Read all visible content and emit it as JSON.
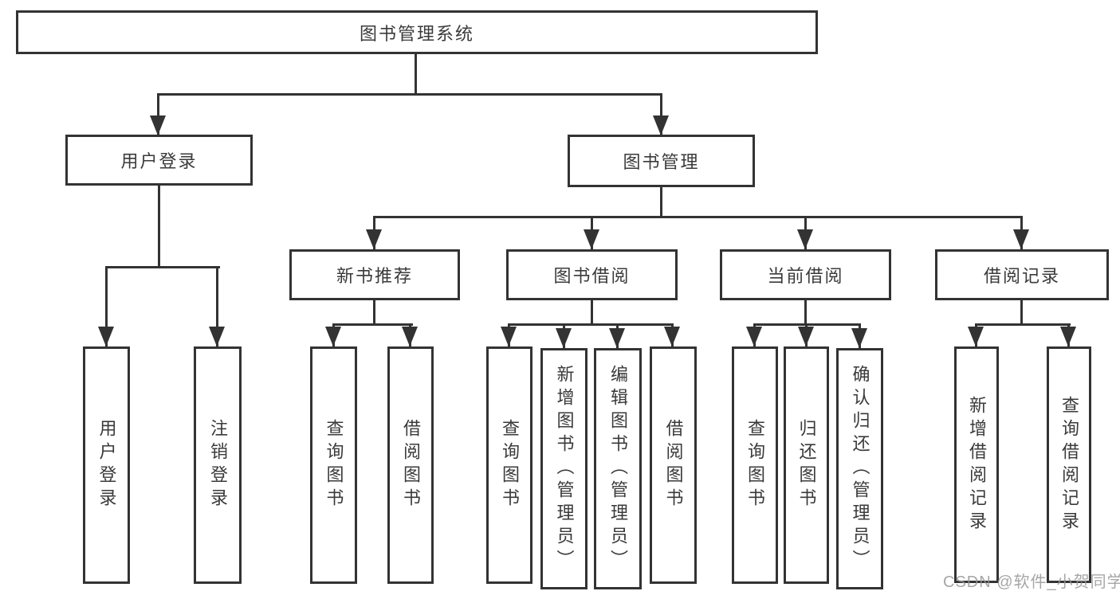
{
  "nodes": {
    "root": "图书管理系统",
    "user_login": "用户登录",
    "book_mgmt": "图书管理",
    "new_books": "新书推荐",
    "book_borrow": "图书借阅",
    "current_borrow": "当前借阅",
    "borrow_records": "借阅记录",
    "user_login_leaf": "用户登录",
    "logout_leaf": "注销登录",
    "nb_query": "查询图书",
    "nb_borrow": "借阅图书",
    "bb_query": "查询图书",
    "bb_add": "新增图书（管理员）",
    "bb_edit": "编辑图书（管理员）",
    "bb_borrow": "借阅图书",
    "cb_query": "查询图书",
    "cb_return": "归还图书",
    "cb_confirm": "确认归还（管理员）",
    "br_add": "新增借阅记录",
    "br_query": "查询借阅记录"
  },
  "watermark": "CSDN @软件_小贺同学",
  "colors": {
    "line": "#333333",
    "text": "#3a3a3a",
    "watermark": "#a0a0a0"
  }
}
